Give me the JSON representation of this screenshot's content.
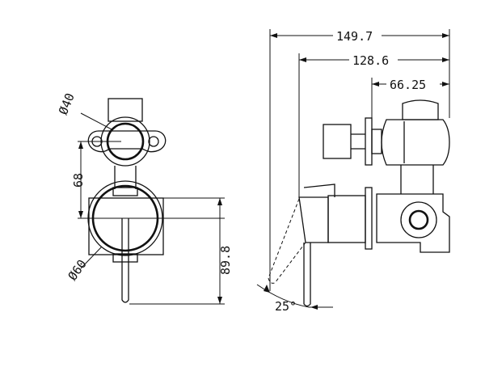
{
  "front_view": {
    "upper_diameter": "Ø40",
    "spacing": "68",
    "lower_diameter": "Ø60",
    "height": "89.8"
  },
  "side_view": {
    "overall_depth": "149.7",
    "mid_depth": "128.6",
    "rear_depth": "66.25",
    "lever_angle": "25°"
  }
}
